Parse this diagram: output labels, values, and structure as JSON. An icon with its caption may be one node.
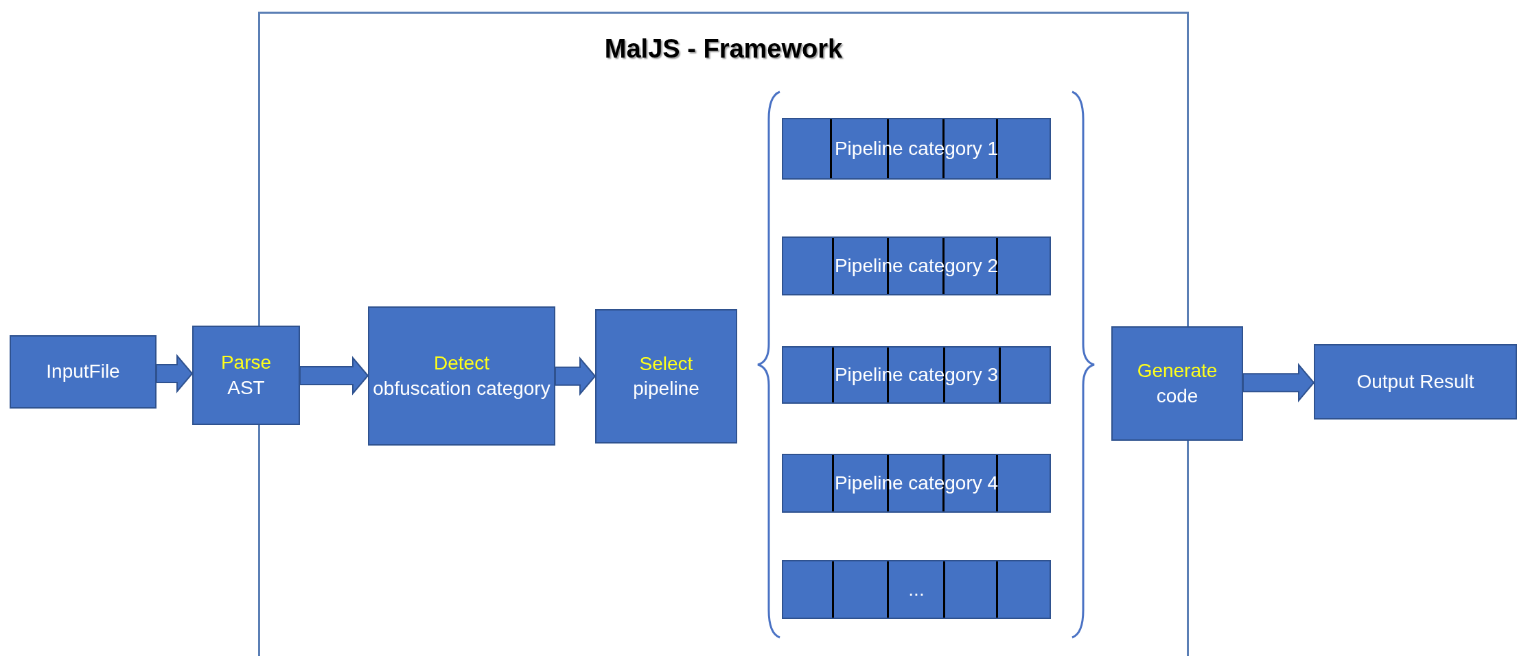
{
  "diagram": {
    "nodes": [
      {
        "text": [
          "MalJS - Framework"
        ]
      },
      {
        "text": [
          "InputFile"
        ]
      },
      {
        "text": [
          "Parse",
          "AST"
        ]
      },
      {
        "text": [
          "Detect",
          "obfuscation category"
        ],
        "in": 0
      },
      {
        "text": [
          "Select",
          "pipeline"
        ],
        "in": 0
      },
      {
        "text": [
          "Pipeline category 1"
        ],
        "in": 0
      },
      {
        "text": [
          "Pipeline category 2"
        ],
        "in": 0
      },
      {
        "text": [
          "Pipeline category 3"
        ],
        "in": 0
      },
      {
        "text": [
          "Pipeline category 4"
        ],
        "in": 0
      },
      {
        "text": [
          "..."
        ],
        "in": 0
      },
      {
        "text": [
          "Generate",
          "code"
        ]
      },
      {
        "text": [
          "Output Result"
        ]
      }
    ],
    "edges": [
      {
        "from": 1,
        "to": 2,
        "arrow": "to"
      },
      {
        "from": 2,
        "to": 3,
        "arrow": "to"
      },
      {
        "from": 3,
        "to": 4,
        "arrow": "to"
      },
      {
        "from": 10,
        "to": 11,
        "arrow": "to"
      }
    ]
  }
}
